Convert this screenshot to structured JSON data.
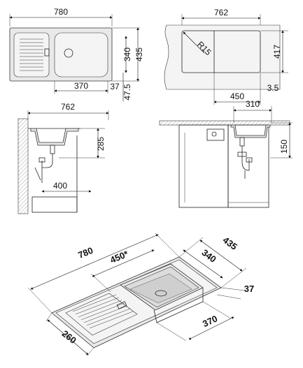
{
  "top_view": {
    "width_label": "780",
    "height_outer_label": "435",
    "height_inner_label": "340",
    "bowl_width_label": "370",
    "right_margin_label": "37",
    "bottom_margin_label": "47.5"
  },
  "cutout_view": {
    "width_label": "762",
    "height_label": "417",
    "radius_label": "R15",
    "offset_label": "450",
    "edge_label": "3.5"
  },
  "side_view_left": {
    "width_label": "762",
    "height_label": "285",
    "drain_label": "400"
  },
  "side_view_right": {
    "width_label": "310",
    "depth_label": "150"
  },
  "iso_view": {
    "length_label": "780",
    "bowl_length_label": "450*",
    "width_label": "435",
    "bowl_width_label": "340",
    "margin_label": "37",
    "bowl_front_label": "370",
    "drainer_label": "260"
  },
  "colors": {
    "line": "#222222",
    "steel": "#e9e9e9",
    "wall": "#d9d9d9"
  }
}
